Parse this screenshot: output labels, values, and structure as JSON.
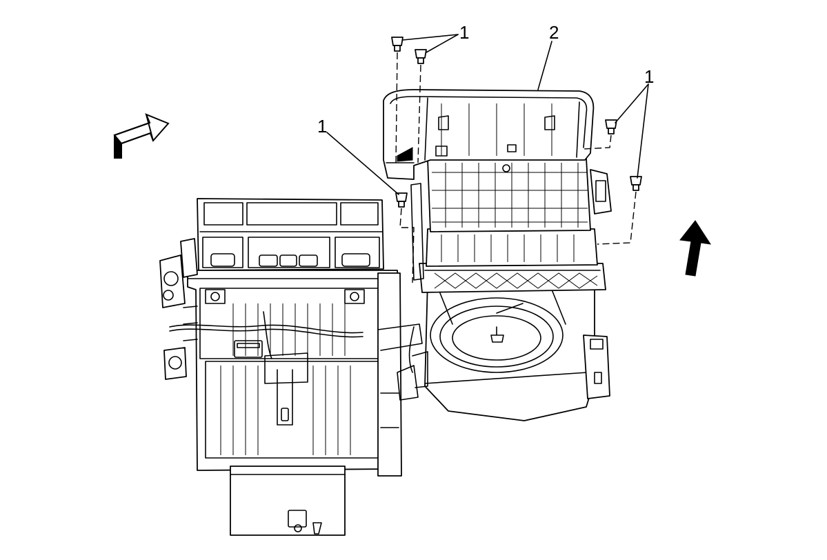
{
  "diagram": {
    "callouts": [
      {
        "id": "callout-1-top",
        "label": "1"
      },
      {
        "id": "callout-2",
        "label": "2"
      },
      {
        "id": "callout-1-right",
        "label": "1"
      },
      {
        "id": "callout-1-left",
        "label": "1"
      }
    ],
    "components": [
      "hvac-module-case",
      "blower-motor-case",
      "upper-case-cover",
      "case-screws"
    ],
    "icons": [
      "view-direction-arrow-icon",
      "forward-arrow-icon"
    ]
  }
}
